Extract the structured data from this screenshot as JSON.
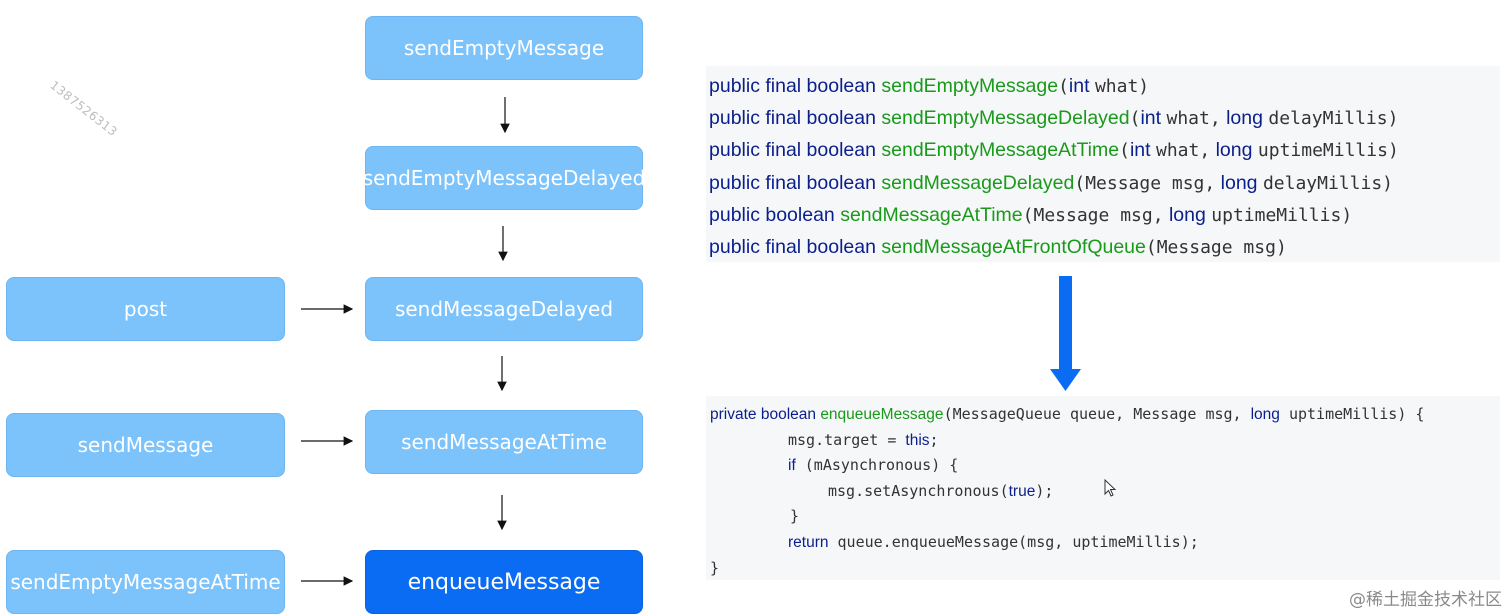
{
  "watermark": "1387526313",
  "flow": {
    "center": [
      "sendEmptyMessage",
      "sendEmptyMessageDelayed",
      "sendMessageDelayed",
      "sendMessageAtTime",
      "enqueueMessage"
    ],
    "left": [
      "post",
      "sendMessage",
      "sendEmptyMessageAtTime"
    ]
  },
  "signatures": [
    {
      "mods": "public  final  boolean",
      "name": "sendEmptyMessage",
      "open": "(",
      "params": [
        {
          "t": "int",
          "n": "what"
        }
      ],
      "close": ")"
    },
    {
      "mods": "public  final  boolean",
      "name": "sendEmptyMessageDelayed",
      "open": "(",
      "params": [
        {
          "t": "int",
          "n": "what,"
        },
        {
          "t": "long",
          "n": "delayMillis"
        }
      ],
      "close": ")"
    },
    {
      "mods": "public  final  boolean",
      "name": "sendEmptyMessageAtTime",
      "open": "(",
      "params": [
        {
          "t": "int",
          "n": "what,"
        },
        {
          "t": "long",
          "n": "uptimeMillis"
        }
      ],
      "close": ")"
    },
    {
      "mods": "public  final  boolean",
      "name": "sendMessageDelayed",
      "open": "(",
      "params": [
        {
          "t": "",
          "n": "Message msg,"
        },
        {
          "t": "long",
          "n": "delayMillis"
        }
      ],
      "close": ")"
    },
    {
      "mods": "public  boolean",
      "name": "sendMessageAtTime",
      "open": "(",
      "params": [
        {
          "t": "",
          "n": "Message msg,"
        },
        {
          "t": "long",
          "n": "uptimeMillis"
        }
      ],
      "close": ")"
    },
    {
      "mods": "public  final  boolean",
      "name": "sendMessageAtFrontOfQueue",
      "open": "(",
      "params": [
        {
          "t": "",
          "n": "Message msg"
        }
      ],
      "close": ")"
    }
  ],
  "code": {
    "l1": {
      "kw": "private boolean",
      "fn": "enqueueMessage",
      "a": "(MessageQueue queue, Message msg, ",
      "kw2": "long",
      "b": " uptimeMillis) {"
    },
    "l2": {
      "a": "msg.target = ",
      "kw": "this",
      "b": ";"
    },
    "l3": {
      "kw": "if",
      "a": " (mAsynchronous) {"
    },
    "l4": {
      "a": "msg.setAsynchronous(",
      "kw": "true",
      "b": ");"
    },
    "l5": {
      "a": "}"
    },
    "l6": {
      "kw": "return",
      "a": " queue.enqueueMessage(msg, uptimeMillis);"
    },
    "l7": {
      "a": "}"
    }
  },
  "credit": "@稀土掘金技术社区",
  "colors": {
    "box": "#7cc3fb",
    "box_active": "#0a6bf3",
    "keyword": "#0b1f8c",
    "method": "#1a9a1a",
    "arrow_blue": "#0a6bf3"
  }
}
